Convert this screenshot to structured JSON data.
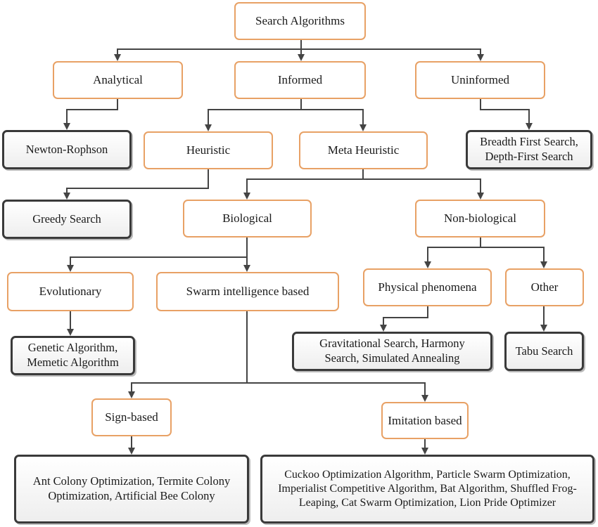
{
  "colors": {
    "category_border": "#e8a165",
    "leaf_border": "#3a3a3a",
    "connector": "#444444"
  },
  "nodes": {
    "root": "Search Algorithms",
    "analytical": "Analytical",
    "informed": "Informed",
    "uninformed": "Uninformed",
    "newton": "Newton-Rophson",
    "heuristic": "Heuristic",
    "meta_heuristic": "Meta Heuristic",
    "bfs_dfs": "Breadth First Search, Depth-First Search",
    "greedy": "Greedy Search",
    "biological": "Biological",
    "non_biological": "Non-biological",
    "evolutionary": "Evolutionary",
    "swarm": "Swarm intelligence based",
    "physical": "Physical phenomena",
    "other": "Other",
    "genetic": "Genetic Algorithm, Memetic Algorithm",
    "gravitational": "Gravitational Search, Harmony Search, Simulated Annealing",
    "tabu": "Tabu Search",
    "sign_based": "Sign-based",
    "imitation": "Imitation based",
    "ant_colony": "Ant Colony Optimization, Termite Colony Optimization, Artificial Bee Colony",
    "cuckoo": "Cuckoo Optimization Algorithm, Particle Swarm Optimization, Imperialist Competitive Algorithm, Bat Algorithm, Shuffled Frog-Leaping, Cat Swarm Optimization, Lion Pride Optimizer"
  }
}
